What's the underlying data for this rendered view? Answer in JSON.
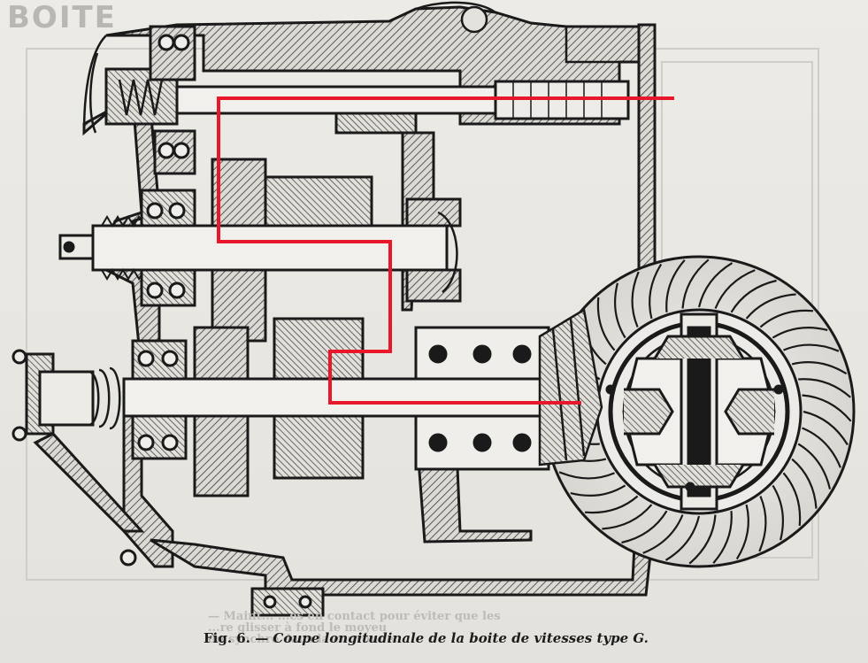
{
  "heading_fragment": "BOITE",
  "caption": {
    "figure": "Fig. 6.",
    "text": "— Coupe longitudinale de la boite de vitesses type G."
  },
  "bleed_through": [
    "— Maint... ...es en contact pour éviter que les",
    "...re glisser à fond le moyeu",
    "du synchro dans la couronne."
  ],
  "colors": {
    "ink": "#1a1a1a",
    "paper": "#e8e6e1",
    "hatch": "#6c6a66",
    "power_path": "#e8182a"
  },
  "power_path": {
    "description_visible": false,
    "color": "#e8182a"
  }
}
